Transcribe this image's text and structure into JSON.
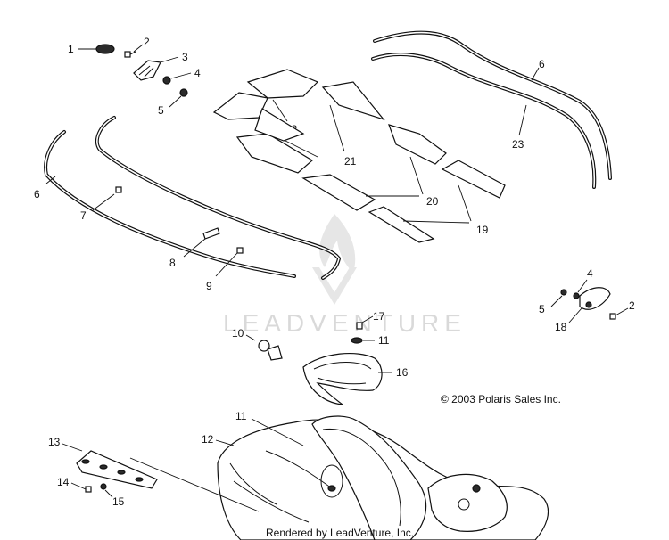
{
  "watermark": {
    "text": "LEADVENTURE"
  },
  "copyright": "© 2003 Polaris Sales Inc.",
  "footer": "Rendered by LeadVenture, Inc.",
  "callouts": {
    "c1": "1",
    "c2a": "2",
    "c3": "3",
    "c4a": "4",
    "c5a": "5",
    "c6a": "6",
    "c6b": "6",
    "c7": "7",
    "c8": "8",
    "c9": "9",
    "c10": "10",
    "c11a": "11",
    "c11b": "11",
    "c12": "12",
    "c13": "13",
    "c14": "14",
    "c15": "15",
    "c16": "16",
    "c17": "17",
    "c18": "18",
    "c19": "19",
    "c20": "20",
    "c21": "21",
    "c22": "22",
    "c23": "23",
    "c2b": "2",
    "c4b": "4",
    "c5b": "5"
  },
  "colors": {
    "line": "#111111",
    "watermark": "#d9d9d9"
  }
}
